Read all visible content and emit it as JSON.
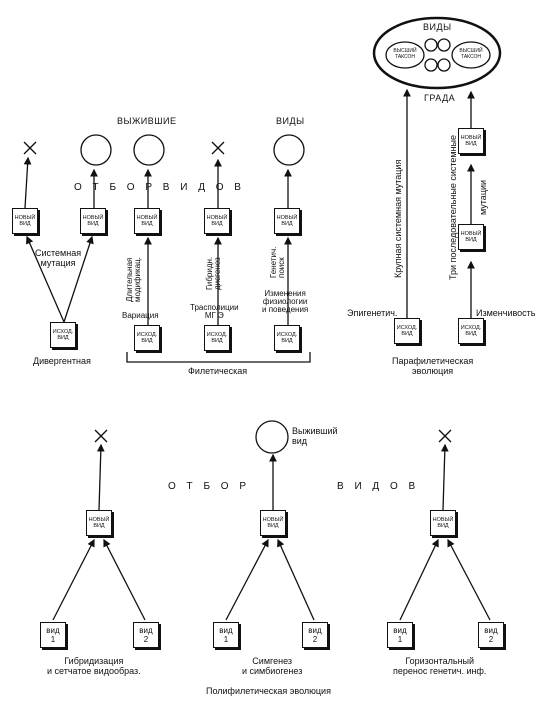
{
  "top_left": {
    "survivors": "ВЫЖИВШИЕ",
    "species_header": "ВИДЫ",
    "selection": "О Т Б О Р   В И Д О В",
    "systemic_mutation": "Системная\nмутация",
    "new_species": "НОВЫЙ ВИД",
    "source_species": "ИСХОД. ВИД",
    "long_modification": "Длительная\nмодификац.",
    "variation": "Вариация",
    "hybrid_dysgenesis": "Гибридн.\nдисгенез",
    "transposition": "Трасполиции\nМГ Э",
    "genetic_search": "Генетич.\nпоиск",
    "physiology_change": "Изменения\nфизиологии\nи поведения",
    "divergent": "Дивергентная",
    "phyletic": "Филетическая"
  },
  "top_right": {
    "species": "ВИДЫ",
    "higher_taxon": "ВЫСШИЙ ТАКСОН",
    "grade": "ГРАДА",
    "large_mutation": "Крупная системная мутация",
    "three_mutations": "Три последовательные системные",
    "mutations": "мутации",
    "new_species": "НОВЫЙ ВИД",
    "source_species": "ИСХОД. ВИД",
    "epigenetic": "Эпигенетич.",
    "variability": "Изменчивость",
    "paraphyletic": "Парафилетическая\nэволюция"
  },
  "bottom": {
    "survived_species": "Выживший\nвид",
    "selection_left": "О Т Б О Р",
    "selection_right": "В И Д О В",
    "new_species": "НОВЫЙ ВИД",
    "species1": "вид\n1",
    "species2": "вид\n2",
    "hybridization": "Гибридизация\nи сетчатое видообраз.",
    "symgenesis": "Симгенез\nи симбиогенез",
    "horizontal_transfer": "Горизонтальный\nперенос генетич. инф.",
    "polyphyletic": "Полифилетическая эволюция"
  }
}
